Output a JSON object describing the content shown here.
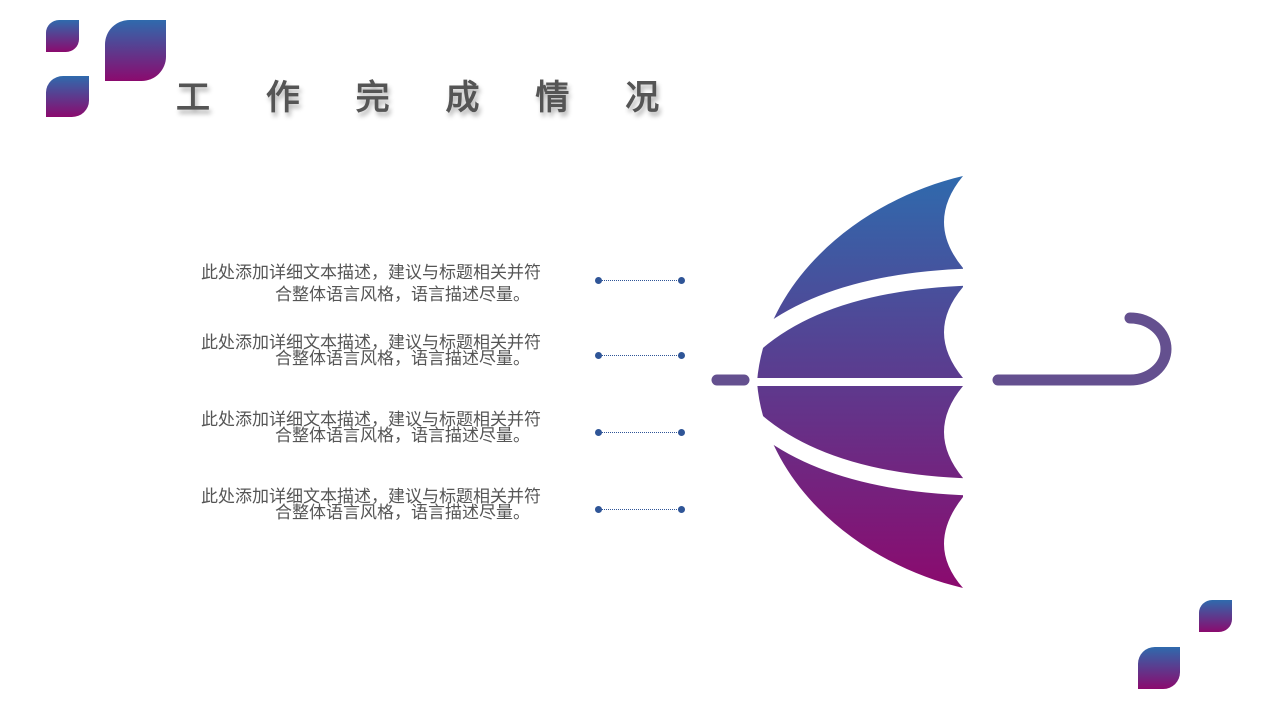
{
  "title": "工 作 完 成 情 况",
  "items": [
    {
      "line1": "此处添加详细文本描述，建议与标题相关并符",
      "line2": "合整体语言风格，语言描述尽量。"
    },
    {
      "line1": "此处添加详细文本描述，建议与标题相关并符",
      "line2": "合整体语言风格，语言描述尽量。"
    },
    {
      "line1": "此处添加详细文本描述，建议与标题相关并符",
      "line2": "合整体语言风格，语言描述尽量。"
    },
    {
      "line1": "此处添加详细文本描述，建议与标题相关并符",
      "line2": "合整体语言风格，语言描述尽量。"
    }
  ],
  "colors": {
    "gradient_top": "#2f6aad",
    "gradient_bottom": "#8b0a6e",
    "text": "#555555",
    "connector": "#2f5597"
  }
}
